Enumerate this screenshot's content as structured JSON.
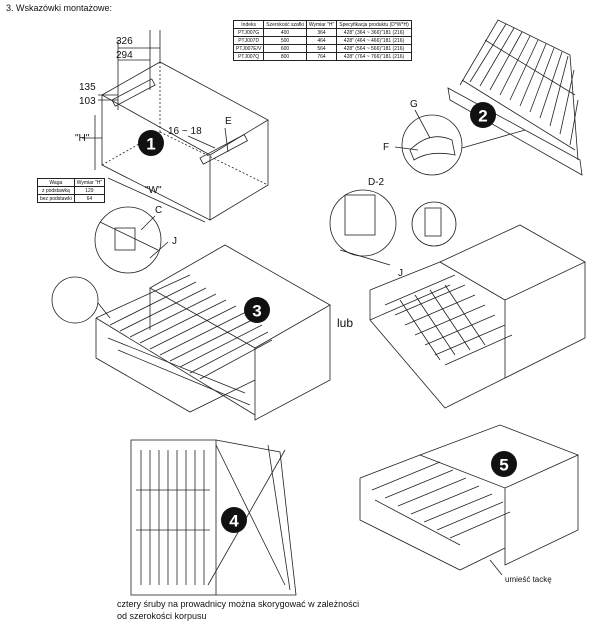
{
  "heading": "3. Wskazówki montażowe:",
  "spec_table": {
    "headers": [
      "Indeks",
      "Szerokość szafki",
      "Wymiar \"H\"",
      "Specyfikacja produktu (D*W*H)"
    ],
    "rows": [
      [
        "PTJ007G",
        "400",
        "364",
        "428\" (364 ~ 366)\"181 (216)"
      ],
      [
        "PTJ007D",
        "500",
        "464",
        "428\" (464 ~ 466)\"181 (216)"
      ],
      [
        "PTJ007E/V",
        "600",
        "564",
        "428\" (564 ~ 566)\"181 (216)"
      ],
      [
        "PTJ007Q",
        "800",
        "764",
        "428\" (764 ~ 766)\"181 (216)"
      ]
    ]
  },
  "weight_table": {
    "headers": [
      "Waga",
      "Wymiar \"H\""
    ],
    "rows": [
      [
        "z podstawką",
        "129"
      ],
      [
        "bez podstawki",
        "64"
      ]
    ]
  },
  "dimensions": {
    "d326": "326",
    "d294": "294",
    "d135": "135",
    "d103": "103",
    "dH": "\"H\"",
    "d16_18": "16 ~ 18",
    "dW": "\"W\""
  },
  "labels": {
    "E": "E",
    "C": "C",
    "J1": "J",
    "G": "G",
    "F": "F",
    "D2": "D-2",
    "J2": "J"
  },
  "steps": [
    "1",
    "2",
    "3",
    "4",
    "5"
  ],
  "lub": "lub",
  "bottom_note": "cztery śruby na prowadnicy można skorygować w zależności od szerokości korpusu",
  "place_tray": "umieść tackę"
}
